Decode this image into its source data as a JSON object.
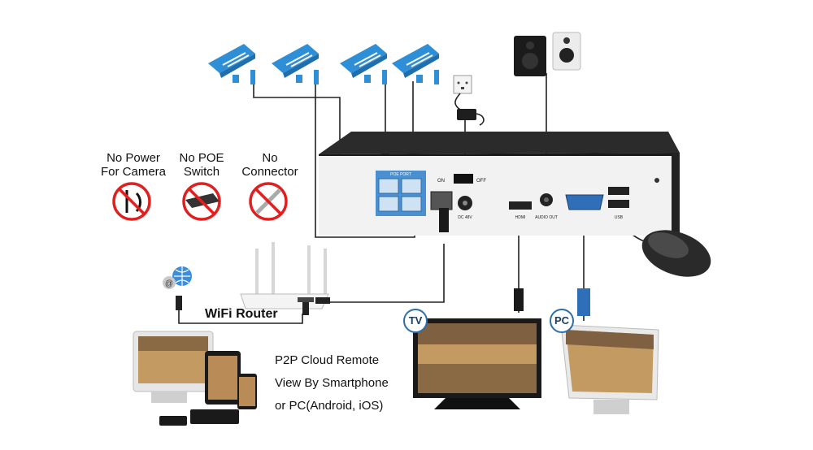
{
  "no_power_label": [
    "No Power",
    "For Camera"
  ],
  "no_poe_label": [
    "No POE",
    "Switch"
  ],
  "no_connector_label": [
    "No",
    "Connector"
  ],
  "router_label": "WiFi Router",
  "p2p_text": [
    "P2P Cloud Remote",
    "View By Smartphone",
    "or PC(Android, iOS)"
  ],
  "tv_badge": "TV",
  "pc_badge": "PC",
  "nvr_labels": {
    "poe_ports": "POE PORT",
    "on": "ON",
    "off": "OFF",
    "dc": "DC 48V",
    "hdmi": "HDMI",
    "audio": "AUDIO OUT",
    "usb": "USB"
  },
  "colors": {
    "camera_blue": "#2f8fd6",
    "nvr_body": "#2b2b2b",
    "nvr_panel": "#f2f2f2",
    "poe_blue": "#4a8fd0",
    "badge_border": "#2d6fa7",
    "cable": "#222222"
  }
}
